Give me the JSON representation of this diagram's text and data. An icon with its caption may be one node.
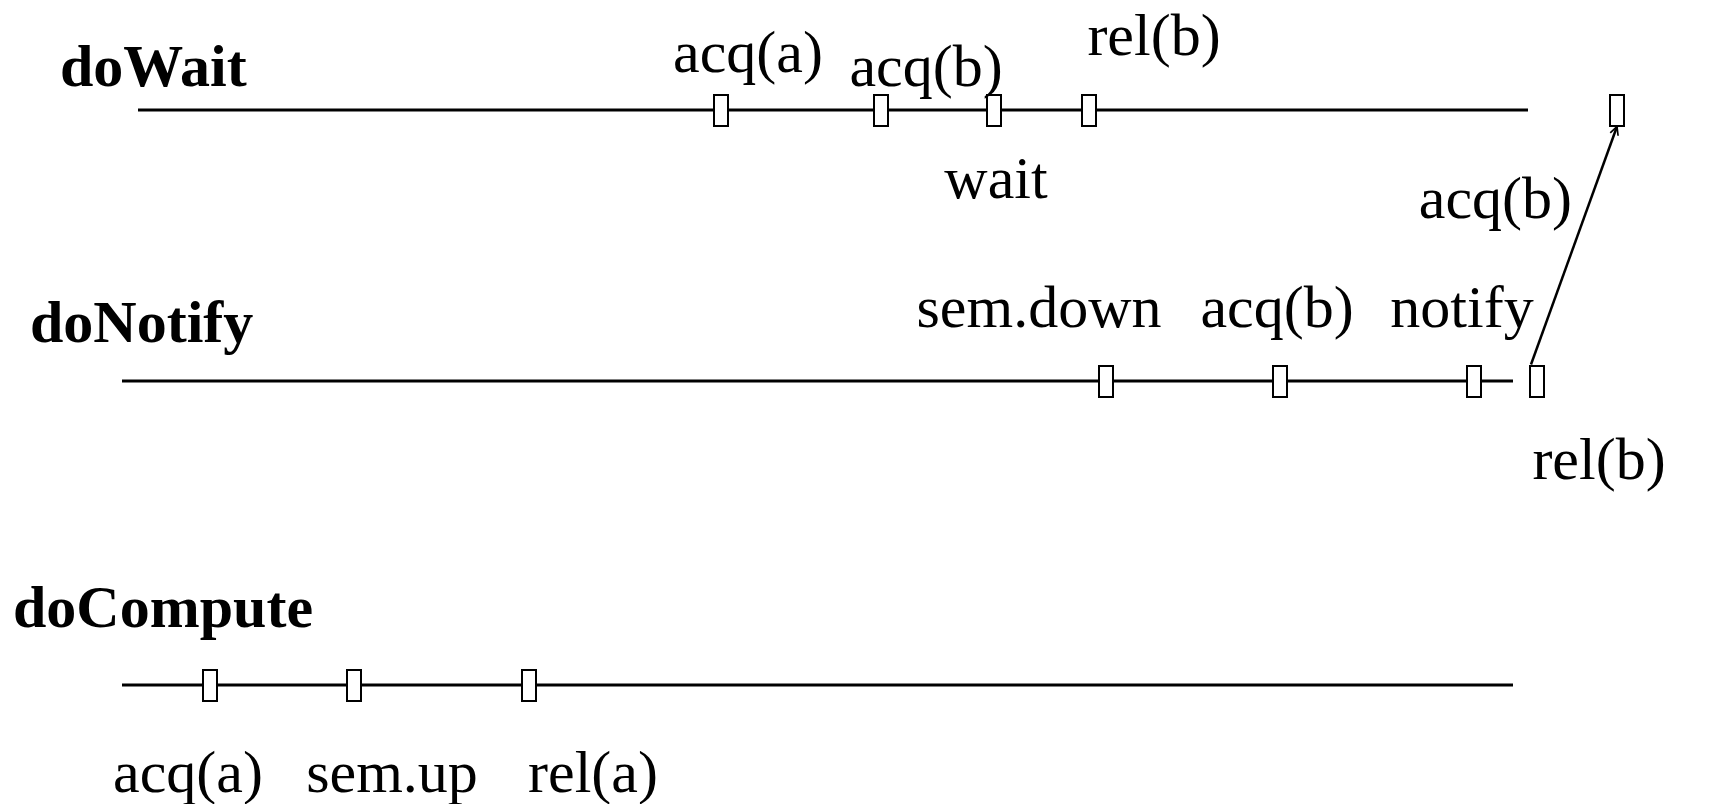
{
  "diagram": {
    "nodes": [
      {
        "text": [],
        "shape": "box",
        "beside": [
          "acq(a)"
        ]
      },
      {
        "text": [],
        "shape": "box",
        "beside": [
          "acq(b)"
        ]
      },
      {
        "text": [],
        "shape": "box",
        "beside": [
          "wait"
        ]
      },
      {
        "text": [],
        "shape": "box",
        "beside": [
          "rel(b)"
        ]
      },
      {
        "text": [],
        "shape": "box",
        "beside": [
          "acq(b)"
        ]
      },
      {
        "text": [],
        "shape": "box",
        "beside": [
          "sem.down"
        ]
      },
      {
        "text": [],
        "shape": "box",
        "beside": [
          "acq(b)"
        ]
      },
      {
        "text": [],
        "shape": "box",
        "beside": [
          "notify"
        ]
      },
      {
        "text": [],
        "shape": "box",
        "beside": [
          "rel(b)"
        ]
      },
      {
        "text": [],
        "shape": "box",
        "beside": [
          "acq(a)"
        ]
      },
      {
        "text": [],
        "shape": "box",
        "beside": [
          "sem.up"
        ]
      },
      {
        "text": [],
        "shape": "box",
        "beside": [
          "rel(a)"
        ]
      }
    ],
    "edges": [
      {
        "from": 8,
        "to": 4,
        "arrow": "to"
      }
    ],
    "labels": [
      "doWait",
      "doNotify",
      "doCompute"
    ]
  }
}
